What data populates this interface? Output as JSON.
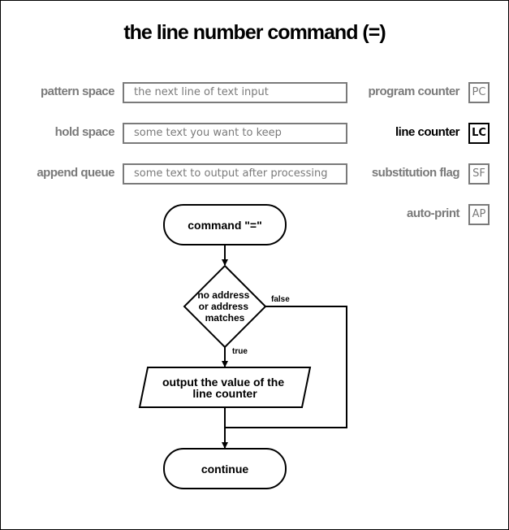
{
  "title": "the line number command (=)",
  "buffers": [
    {
      "label": "pattern space",
      "value": "the next line of text input"
    },
    {
      "label": "hold space",
      "value": "some text you want to keep"
    },
    {
      "label": "append queue",
      "value": "some text to output after processing"
    }
  ],
  "registers": [
    {
      "label": "program counter",
      "abbr": "PC",
      "active": false
    },
    {
      "label": "line counter",
      "abbr": "LC",
      "active": true
    },
    {
      "label": "substitution flag",
      "abbr": "SF",
      "active": false
    },
    {
      "label": "auto-print",
      "abbr": "AP",
      "active": false
    }
  ],
  "flowchart": {
    "start": "command \"=\"",
    "decision": [
      "no address",
      "or address",
      "matches"
    ],
    "true_label": "true",
    "false_label": "false",
    "action": [
      "output the value of the",
      "line counter"
    ],
    "end": "continue"
  },
  "colors": {
    "active": "#000000",
    "inactive": "#7a7a7a"
  }
}
